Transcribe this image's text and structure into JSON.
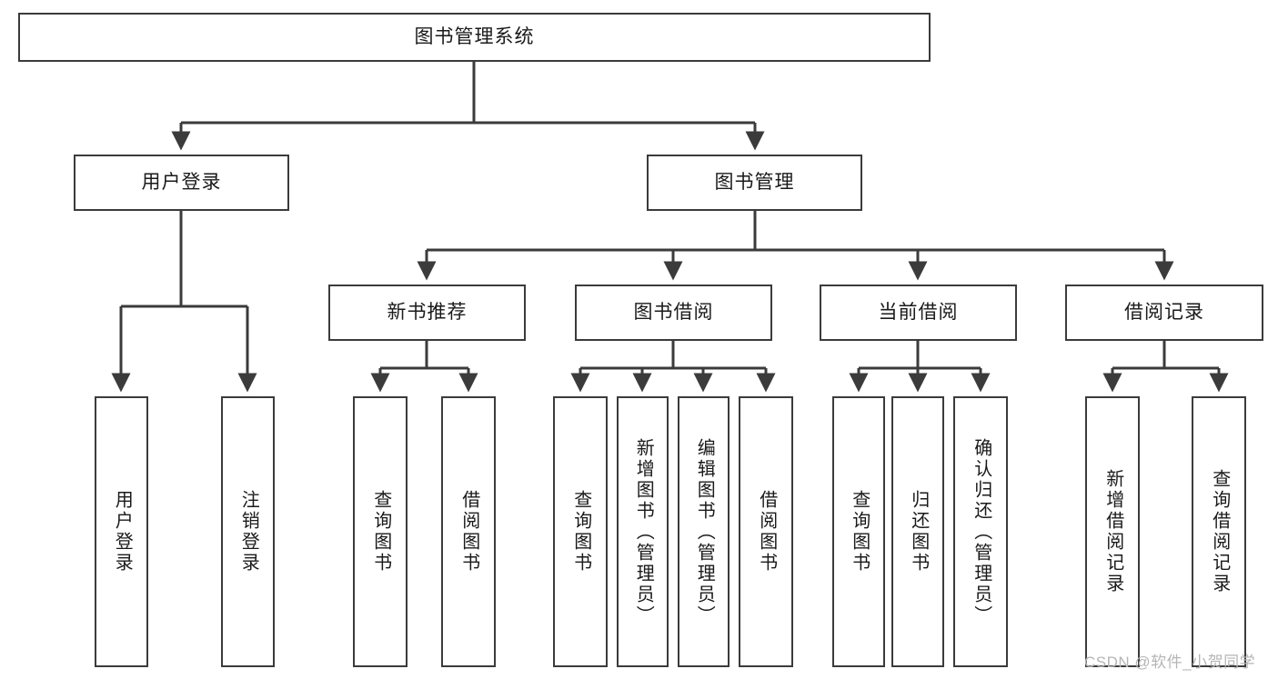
{
  "diagram": {
    "title": "图书管理系统",
    "watermark": "CSDN @软件_小贺同学",
    "line_color": "#3b3b3b",
    "box_fill": "#ffffff",
    "text_color": "#1a1a1a",
    "nodes": {
      "root": "图书管理系统",
      "level2": {
        "user_login": "用户登录",
        "book_manage": "图书管理"
      },
      "level3": {
        "new_book_rec": "新书推荐",
        "book_borrow": "图书借阅",
        "current_borrow": "当前借阅",
        "borrow_record": "借阅记录"
      },
      "leaves": {
        "user_login_1": "用户登录",
        "user_login_2": "注销登录",
        "new_book_1": "查询图书",
        "new_book_2": "借阅图书",
        "book_borrow_1": "查询图书",
        "book_borrow_2": "新增图书（管理员）",
        "book_borrow_3": "编辑图书（管理员）",
        "book_borrow_4": "借阅图书",
        "current_borrow_1": "查询图书",
        "current_borrow_2": "归还图书",
        "current_borrow_3": "确认归还（管理员）",
        "borrow_record_1": "新增借阅记录",
        "borrow_record_2": "查询借阅记录"
      }
    }
  }
}
